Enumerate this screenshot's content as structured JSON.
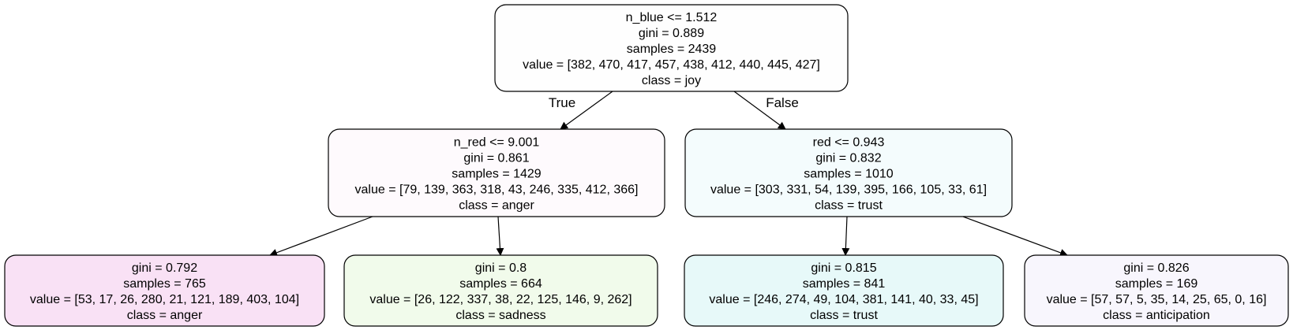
{
  "tree": {
    "nodes": [
      {
        "id": "root",
        "fill": "#fefefe",
        "lines": [
          "n_blue <= 1.512",
          "gini = 0.889",
          "samples = 2439",
          "value = [382, 470, 417, 457, 438, 412, 440, 445, 427]",
          "class = joy"
        ]
      },
      {
        "id": "left",
        "fill": "#fefafd",
        "lines": [
          "n_red <= 9.001",
          "gini = 0.861",
          "samples = 1429",
          "value = [79, 139, 363, 318, 43, 246, 335, 412, 366]",
          "class = anger"
        ]
      },
      {
        "id": "right",
        "fill": "#f4fcfd",
        "lines": [
          "red <= 0.943",
          "gini = 0.832",
          "samples = 1010",
          "value = [303, 331, 54, 139, 395, 166, 105, 33, 61]",
          "class = trust"
        ]
      },
      {
        "id": "leaf1",
        "fill": "#f9e1f5",
        "lines": [
          "gini = 0.792",
          "samples = 765",
          "value = [53, 17, 26, 280, 21, 121, 189, 403, 104]",
          "class = anger"
        ]
      },
      {
        "id": "leaf2",
        "fill": "#f1fbeb",
        "lines": [
          "gini = 0.8",
          "samples = 664",
          "value = [26, 122, 337, 38, 22, 125, 146, 9, 262]",
          "class = sadness"
        ]
      },
      {
        "id": "leaf3",
        "fill": "#e7f9f9",
        "lines": [
          "gini = 0.815",
          "samples = 841",
          "value = [246, 274, 49, 104, 381, 141, 40, 33, 45]",
          "class = trust"
        ]
      },
      {
        "id": "leaf4",
        "fill": "#f8f6fd",
        "lines": [
          "gini = 0.826",
          "samples = 169",
          "value = [57, 57, 5, 35, 14, 25, 65, 0, 16]",
          "class = anticipation"
        ]
      }
    ],
    "edges": [
      {
        "from": "root",
        "to": "left",
        "label": "True"
      },
      {
        "from": "root",
        "to": "right",
        "label": "False"
      },
      {
        "from": "left",
        "to": "leaf1",
        "label": ""
      },
      {
        "from": "left",
        "to": "leaf2",
        "label": ""
      },
      {
        "from": "right",
        "to": "leaf3",
        "label": ""
      },
      {
        "from": "right",
        "to": "leaf4",
        "label": ""
      }
    ]
  }
}
